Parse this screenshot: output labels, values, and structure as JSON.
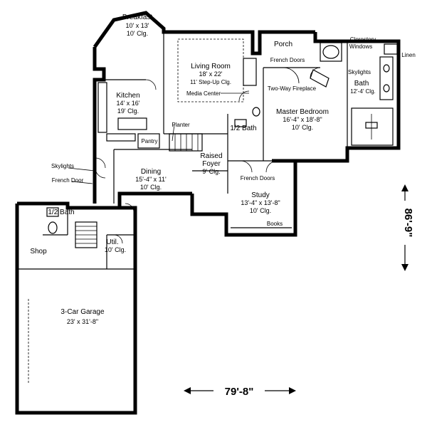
{
  "rooms": {
    "breakfast": {
      "name": "Breakfast",
      "size": "10' x 13'",
      "ceiling": "10' Clg."
    },
    "living": {
      "name": "Living Room",
      "size": "18' x 22'",
      "ceiling": "11' Step-Up Clg.",
      "extra": "Media Center"
    },
    "kitchen": {
      "name": "Kitchen",
      "size": "14' x 16'",
      "ceiling": "19' Clg."
    },
    "master": {
      "name": "Master Bedroom",
      "size": "16'-4\" x 18'-8\"",
      "ceiling": "10' Clg."
    },
    "bath": {
      "name": "Bath",
      "size": "12'-4' Clg."
    },
    "foyer": {
      "name": "Raised",
      "name2": "Foyer",
      "ceiling": "9' Clg."
    },
    "dining": {
      "name": "Dining",
      "size": "15'-4\" x 11'",
      "ceiling": "10' Clg."
    },
    "study": {
      "name": "Study",
      "size": "13'-4\" x 13'-8\"",
      "ceiling": "10' Clg.",
      "extra": "Books"
    },
    "garage": {
      "name": "3-Car Garage",
      "size": "23' x 31'-8\""
    },
    "half_bath_main": {
      "name": "1/2 Bath"
    },
    "half_bath_garage": {
      "name": "1/2 Bath"
    },
    "shop": {
      "name": "Shop"
    },
    "util": {
      "name": "Util.",
      "ceiling": "10' Clg."
    },
    "pantry": {
      "name": "Pantry"
    },
    "porch": {
      "name": "Porch"
    }
  },
  "annotations": {
    "french_doors_porch": "French Doors",
    "french_doors_study": "French Doors",
    "french_door_west": "French Door",
    "two_way_fireplace": "Two-Way Fireplace",
    "clerestory": "Clerestory",
    "windows": "Windows",
    "skylights_bath": "Skylights",
    "skylights_west": "Skylights",
    "linen": "Linen",
    "planter": "Planter"
  },
  "dimensions": {
    "width": "79'-8\"",
    "depth": "86'-9\""
  }
}
